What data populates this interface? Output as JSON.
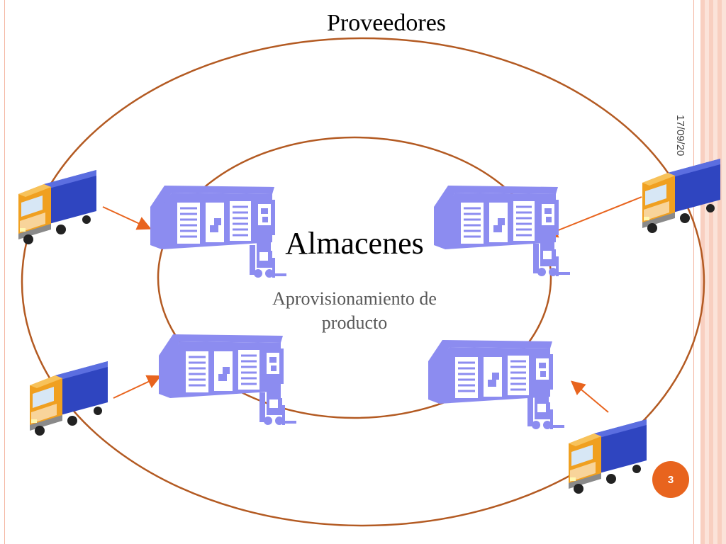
{
  "diagram": {
    "outer_label": "Proveedores",
    "inner_label": "Almacenes",
    "subtitle_line1": "Aprovisionamiento de",
    "subtitle_line2": "producto"
  },
  "slide": {
    "date": "17/09/20",
    "page_number": "3"
  },
  "colors": {
    "ellipse": "#b35a22",
    "arrow": "#e8641e",
    "warehouse": "#8c8cf0",
    "truck_cab": "#f0a020",
    "truck_box": "#2f45c0",
    "frame": "#f4b7a3"
  },
  "icons": {
    "truck": "truck-icon",
    "warehouse": "warehouse-icon",
    "forklift": "forklift-icon"
  }
}
